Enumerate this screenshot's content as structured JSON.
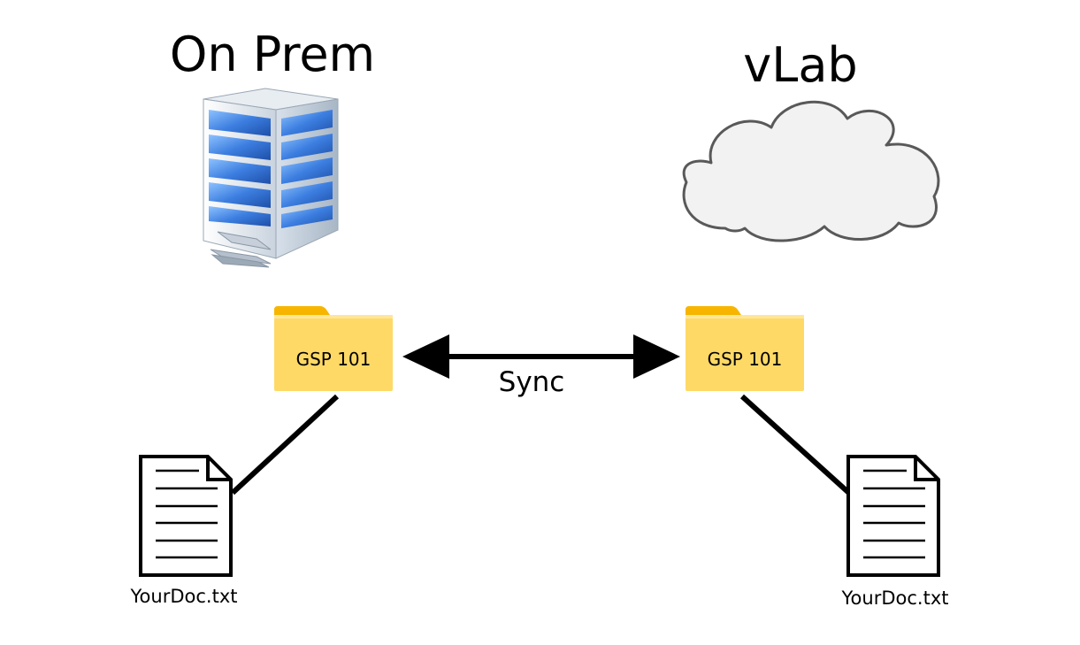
{
  "left": {
    "title": "On Prem",
    "folder_label": "GSP 101",
    "file_label": "YourDoc.txt",
    "icon": "office-building-icon"
  },
  "right": {
    "title": "vLab",
    "folder_label": "GSP 101",
    "file_label": "YourDoc.txt",
    "icon": "cloud-icon"
  },
  "connector": {
    "label": "Sync",
    "type": "bidirectional-arrow"
  },
  "colors": {
    "folder_body": "#FFD966",
    "folder_tab": "#F7B500",
    "cloud_fill": "#F2F2F2",
    "cloud_stroke": "#595959",
    "building_glass": "#3C7EE0",
    "line": "#000000"
  }
}
